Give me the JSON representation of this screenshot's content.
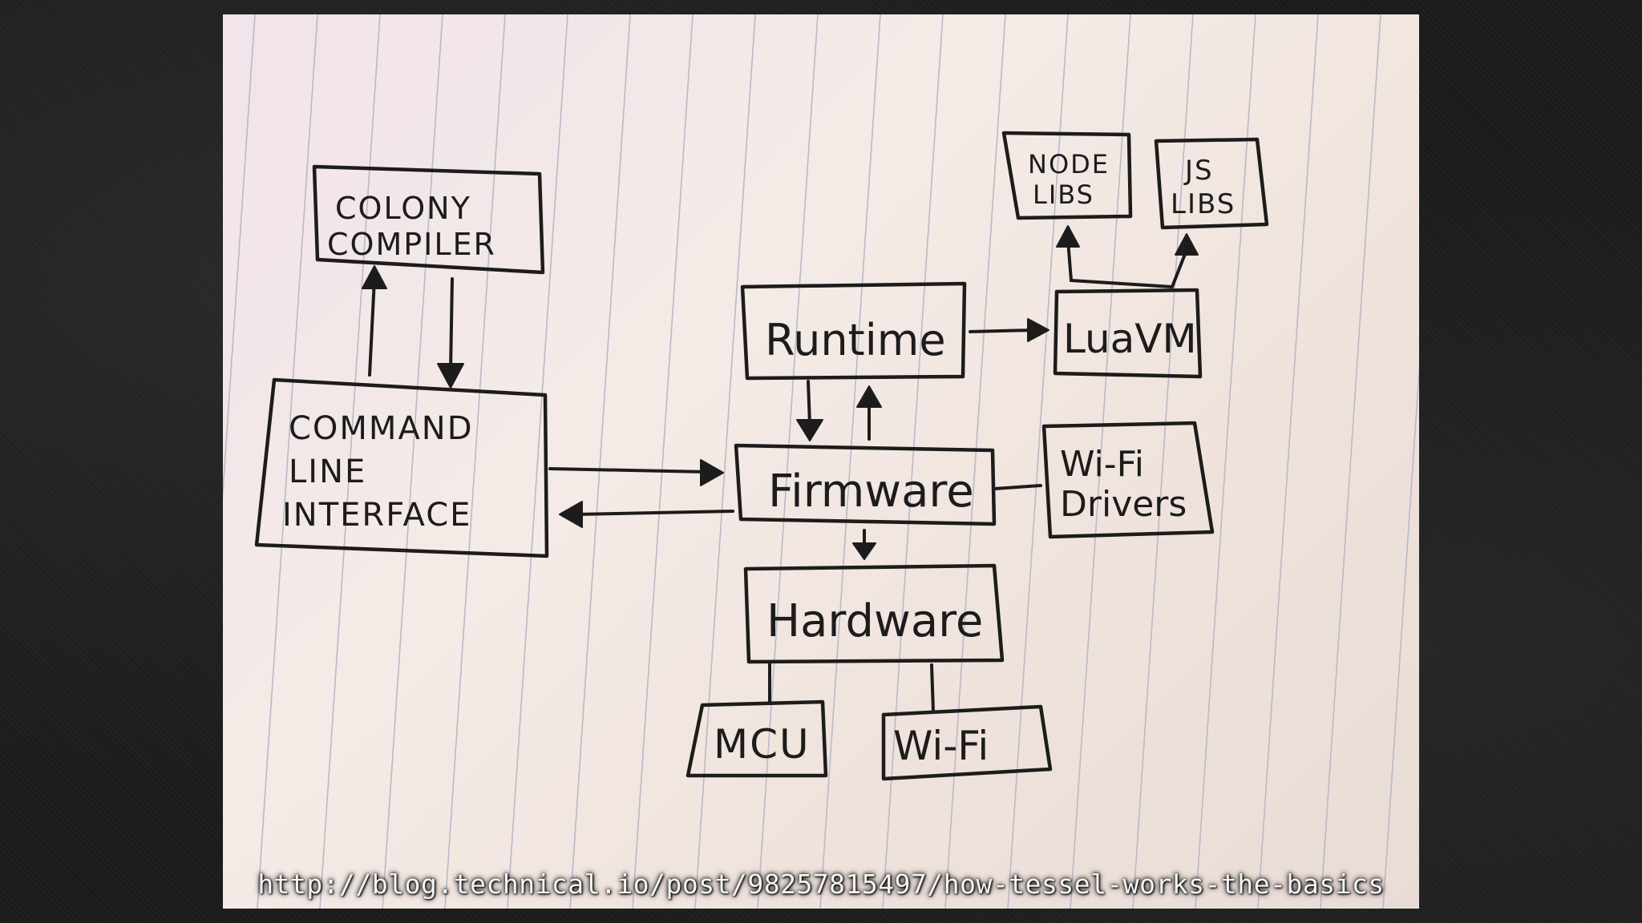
{
  "diagram": {
    "nodes": {
      "colony_compiler": [
        "COLONY",
        "COMPILER"
      ],
      "command_line_interface": [
        "COMMAND",
        "LINE",
        "INTERFACE"
      ],
      "runtime": "Runtime",
      "lua_vm": "LuaVM",
      "node_libs": [
        "NODE",
        "LIBS"
      ],
      "js_libs": [
        "JS",
        "LIBS"
      ],
      "firmware": "Firmware",
      "wifi_drivers": [
        "Wi-Fi",
        "Drivers"
      ],
      "hardware": "Hardware",
      "mcu": "MCU",
      "wifi": "Wi-Fi"
    },
    "edges": [
      {
        "from": "command_line_interface",
        "to": "colony_compiler"
      },
      {
        "from": "colony_compiler",
        "to": "command_line_interface"
      },
      {
        "from": "command_line_interface",
        "to": "firmware"
      },
      {
        "from": "firmware",
        "to": "command_line_interface"
      },
      {
        "from": "runtime",
        "to": "lua_vm"
      },
      {
        "from": "lua_vm",
        "to": "node_libs"
      },
      {
        "from": "lua_vm",
        "to": "js_libs"
      },
      {
        "from": "runtime",
        "to": "firmware"
      },
      {
        "from": "firmware",
        "to": "runtime"
      },
      {
        "from": "firmware",
        "to": "hardware"
      },
      {
        "from": "firmware",
        "to": "wifi_drivers",
        "style": "line"
      },
      {
        "from": "hardware",
        "to": "mcu",
        "style": "line"
      },
      {
        "from": "hardware",
        "to": "wifi",
        "style": "line"
      }
    ]
  },
  "caption": {
    "url": "http://blog.technical.io/post/98257815497/how-tessel-works-the-basics"
  }
}
